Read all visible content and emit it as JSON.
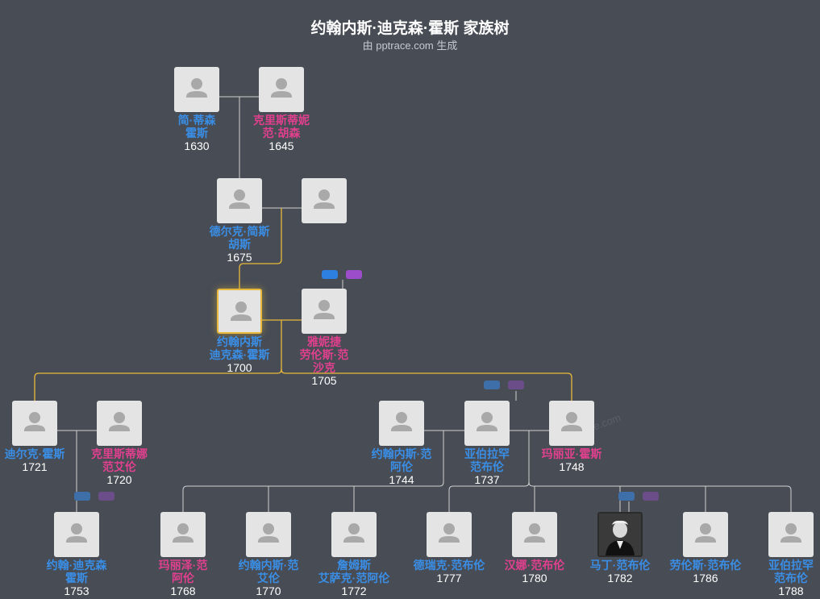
{
  "header": {
    "title": "约翰内斯·迪克森·霍斯 家族树",
    "subtitle": "由 pptrace.com 生成"
  },
  "watermark": "pptrace.com",
  "colors": {
    "male": "#3a8ee6",
    "female": "#e0408e",
    "selected_line": "#e8b93a",
    "line": "#d0d0d0",
    "background": "#474c55"
  },
  "people": {
    "p1": {
      "name": "简·蒂森 霍斯",
      "year": "1630",
      "gender": "male"
    },
    "p2": {
      "name": "克里斯蒂妮 范·胡森",
      "year": "1645",
      "gender": "female"
    },
    "p3": {
      "name": "德尔克·简斯 胡斯",
      "year": "1675",
      "gender": "male"
    },
    "p4": {
      "name": "",
      "year": "",
      "gender": "unknown"
    },
    "p5": {
      "name": "约翰内斯 迪克森·霍斯",
      "year": "1700",
      "gender": "male",
      "selected": true
    },
    "p6": {
      "name": "雅妮捷 劳伦斯·范 沙克",
      "year": "1705",
      "gender": "female"
    },
    "p7": {
      "name": "迪尔克·霍斯",
      "year": "1721",
      "gender": "male"
    },
    "p8": {
      "name": "克里斯蒂娜 范艾伦",
      "year": "1720",
      "gender": "female"
    },
    "p9": {
      "name": "约翰内斯·范 阿伦",
      "year": "1744",
      "gender": "male"
    },
    "p10": {
      "name": "亚伯拉罕 范布伦",
      "year": "1737",
      "gender": "male"
    },
    "p11": {
      "name": "玛丽亚·霍斯",
      "year": "1748",
      "gender": "female"
    },
    "p12": {
      "name": "约翰·迪克森 霍斯",
      "year": "1753",
      "gender": "male"
    },
    "p13": {
      "name": "玛丽泽·范 阿伦",
      "year": "1768",
      "gender": "female"
    },
    "p14": {
      "name": "约翰内斯·范 艾伦",
      "year": "1770",
      "gender": "male"
    },
    "p15": {
      "name": "詹姆斯 艾萨克·范阿伦",
      "year": "1772",
      "gender": "male"
    },
    "p16": {
      "name": "德瑞克·范布伦",
      "year": "1777",
      "gender": "male"
    },
    "p17": {
      "name": "汉娜·范布伦",
      "year": "1780",
      "gender": "female"
    },
    "p18": {
      "name": "马丁·范布伦",
      "year": "1782",
      "gender": "male",
      "photo": true
    },
    "p19": {
      "name": "劳伦斯·范布伦",
      "year": "1786",
      "gender": "male"
    },
    "p20": {
      "name": "亚伯拉罕 范布伦",
      "year": "1788",
      "gender": "male"
    }
  },
  "icons": {
    "avatar": "person-silhouette-icon",
    "toggle": "expand-toggle-icon"
  }
}
